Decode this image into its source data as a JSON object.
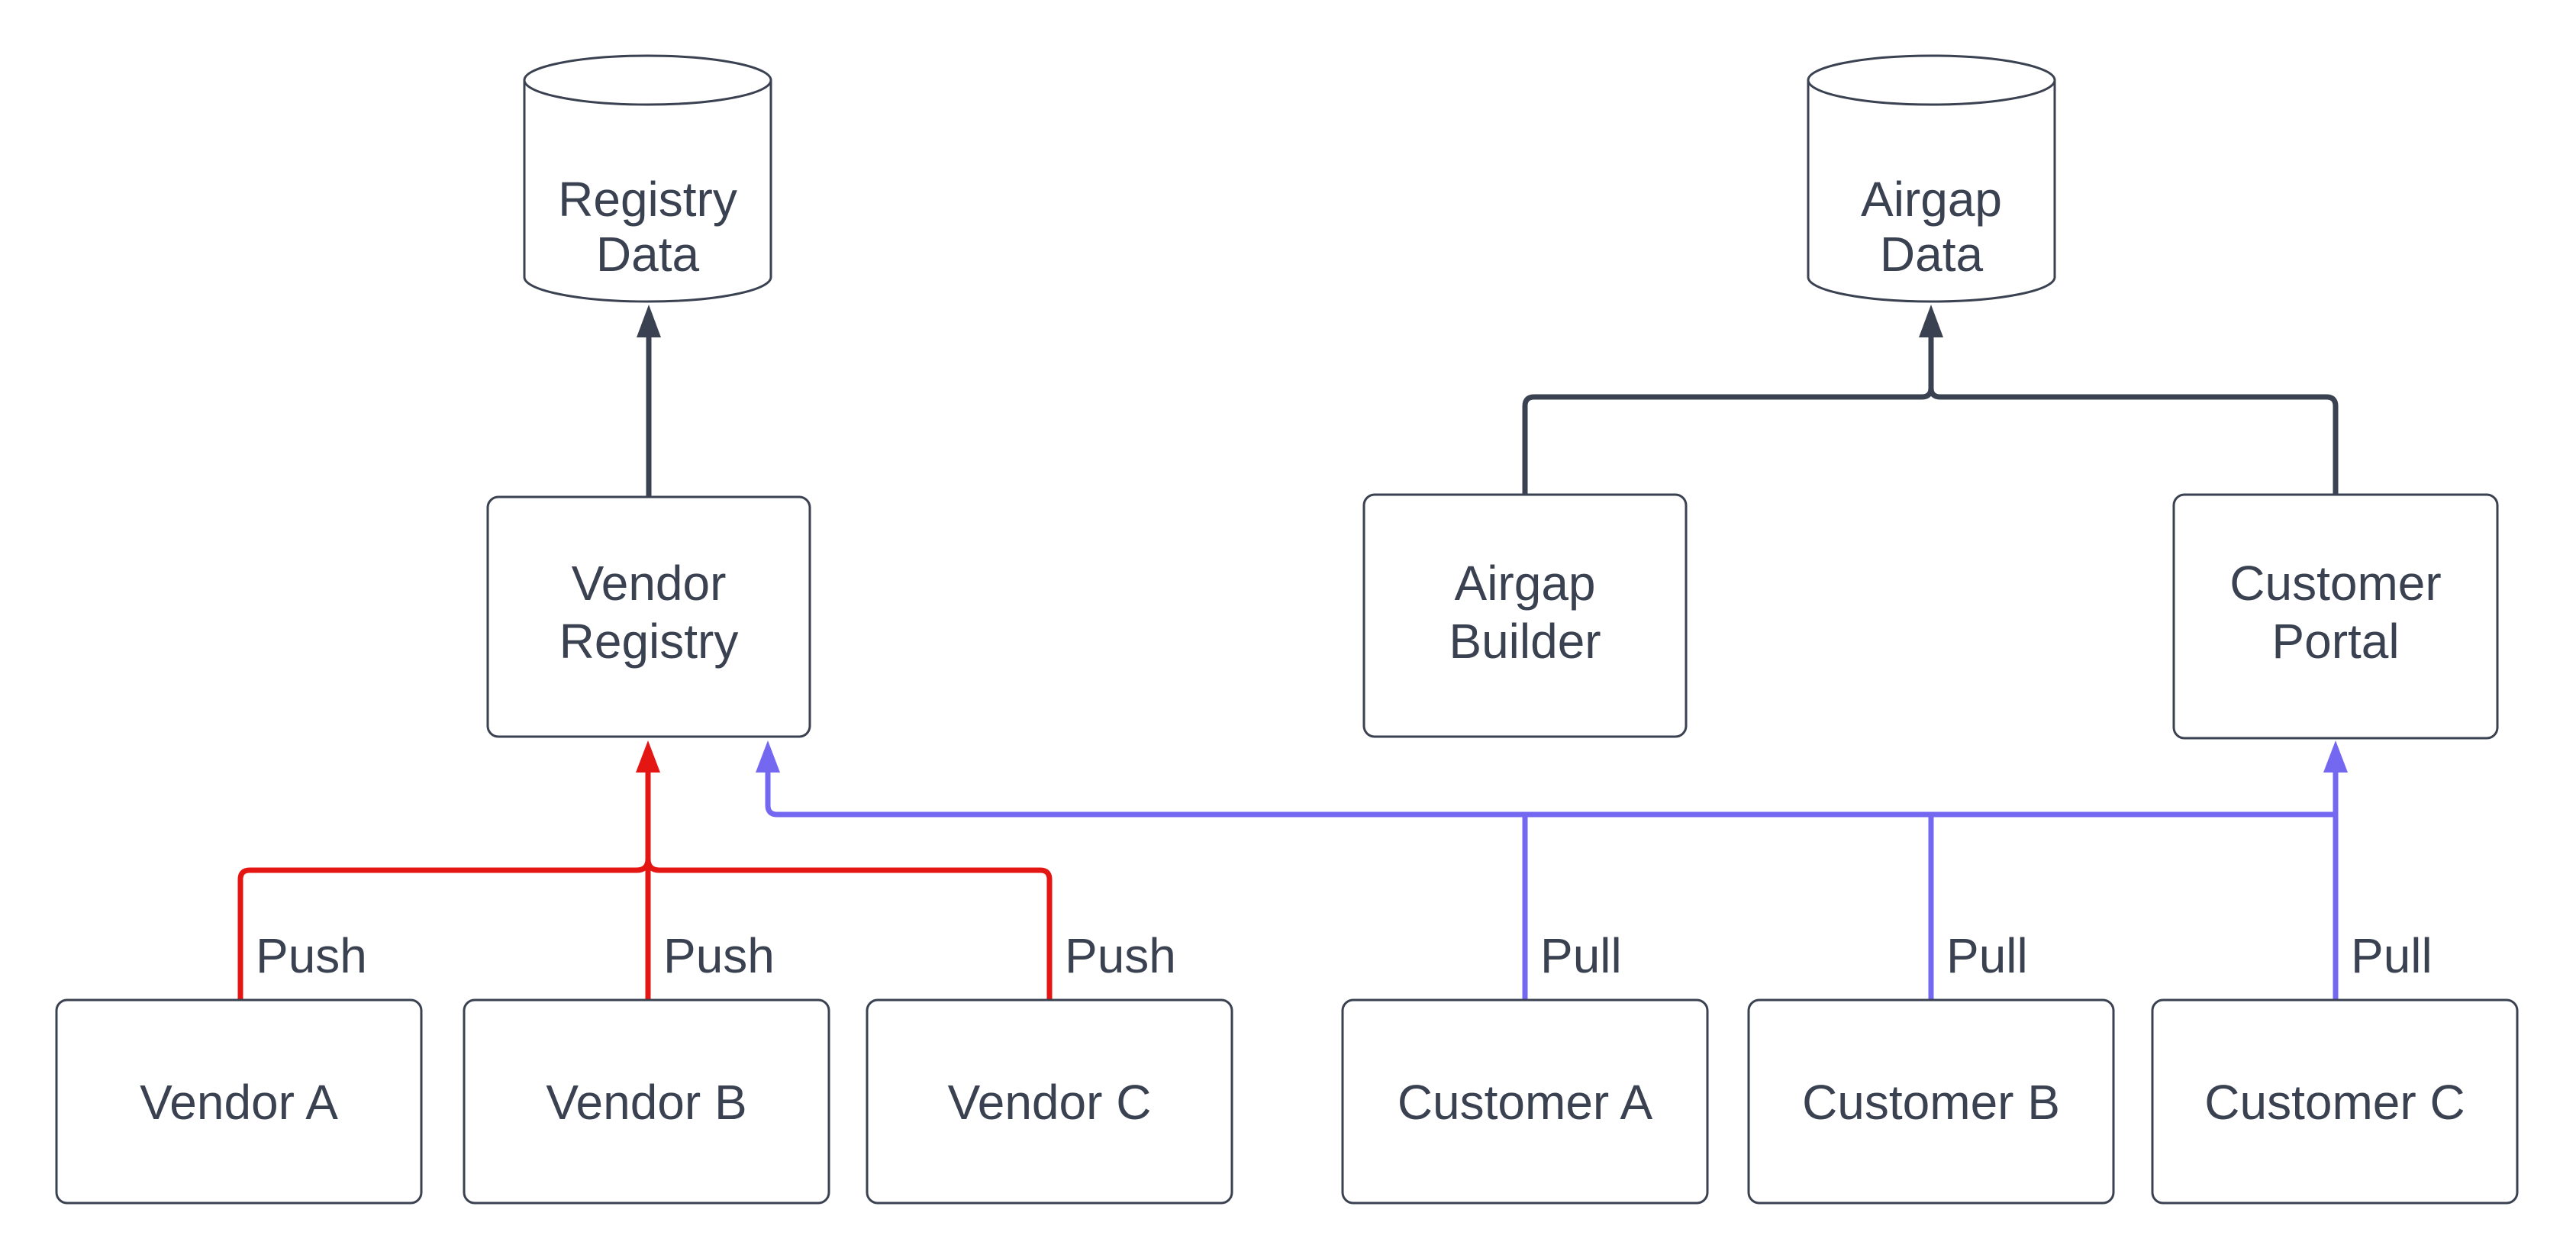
{
  "background": "#ffffff",
  "colors": {
    "node_stroke": "#3a4150",
    "label_text": "#3a4150",
    "push_edge": "#e41613",
    "pull_edge": "#7468f1",
    "flow_edge": "#3a4150"
  },
  "nodes": [
    {
      "id": "registry-data",
      "shape": "cylinder",
      "lines": [
        "Registry",
        "Data"
      ]
    },
    {
      "id": "airgap-data",
      "shape": "cylinder",
      "lines": [
        "Airgap",
        "Data"
      ]
    },
    {
      "id": "vendor-registry",
      "shape": "rounded-rect",
      "lines": [
        "Vendor",
        "Registry"
      ]
    },
    {
      "id": "airgap-builder",
      "shape": "rounded-rect",
      "lines": [
        "Airgap",
        "Builder"
      ]
    },
    {
      "id": "customer-portal",
      "shape": "rounded-rect",
      "lines": [
        "Customer",
        "Portal"
      ]
    },
    {
      "id": "vendor-a",
      "shape": "rounded-rect",
      "lines": [
        "Vendor A"
      ]
    },
    {
      "id": "vendor-b",
      "shape": "rounded-rect",
      "lines": [
        "Vendor B"
      ]
    },
    {
      "id": "vendor-c",
      "shape": "rounded-rect",
      "lines": [
        "Vendor C"
      ]
    },
    {
      "id": "customer-a",
      "shape": "rounded-rect",
      "lines": [
        "Customer A"
      ]
    },
    {
      "id": "customer-b",
      "shape": "rounded-rect",
      "lines": [
        "Customer B"
      ]
    },
    {
      "id": "customer-c",
      "shape": "rounded-rect",
      "lines": [
        "Customer C"
      ]
    }
  ],
  "edges": {
    "push_labels": [
      "Push",
      "Push",
      "Push"
    ],
    "pull_labels": [
      "Pull",
      "Pull",
      "Pull"
    ]
  }
}
